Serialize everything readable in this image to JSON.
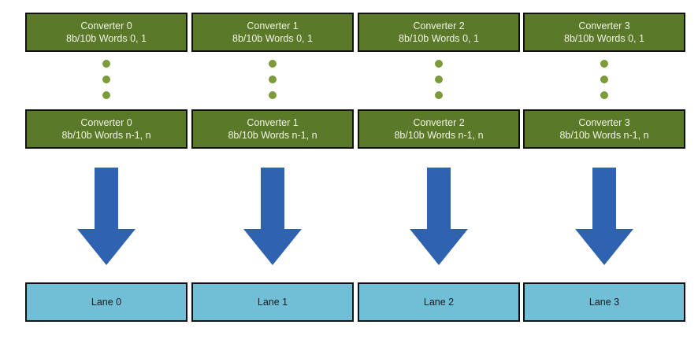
{
  "columns": [
    {
      "converter_top_line1": "Converter 0",
      "converter_top_line2": "8b/10b Words 0, 1",
      "converter_bottom_line1": "Converter 0",
      "converter_bottom_line2": "8b/10b Words n-1, n",
      "lane": "Lane 0"
    },
    {
      "converter_top_line1": "Converter 1",
      "converter_top_line2": "8b/10b Words 0, 1",
      "converter_bottom_line1": "Converter 1",
      "converter_bottom_line2": "8b/10b Words n-1, n",
      "lane": "Lane 1"
    },
    {
      "converter_top_line1": "Converter 2",
      "converter_top_line2": "8b/10b Words 0, 1",
      "converter_bottom_line1": "Converter 2",
      "converter_bottom_line2": "8b/10b Words n-1, n",
      "lane": "Lane 2"
    },
    {
      "converter_top_line1": "Converter 3",
      "converter_top_line2": "8b/10b Words 0, 1",
      "converter_bottom_line1": "Converter 3",
      "converter_bottom_line2": "8b/10b Words n-1, n",
      "lane": "Lane 3"
    }
  ],
  "colors": {
    "converter_fill": "#5a7a2a",
    "dot_fill": "#7c9b3b",
    "arrow_fill": "#2f62b0",
    "lane_fill": "#70bfd6"
  }
}
